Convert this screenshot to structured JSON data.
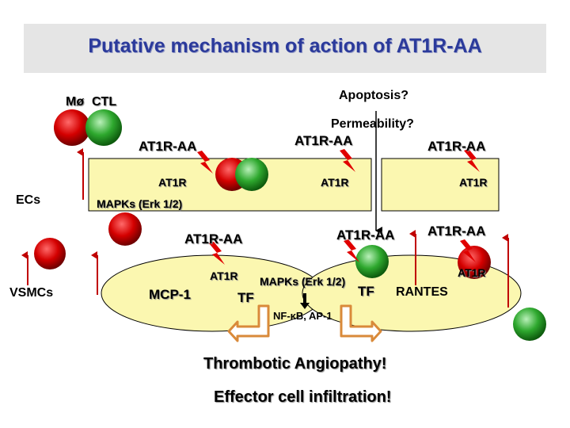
{
  "title": "Putative mechanism of action of AT1R-AA",
  "cells_legend": {
    "macrophage": "Mø",
    "ctl": "CTL"
  },
  "apoptosis": "Apoptosis?",
  "permeability": "Permeability?",
  "at1r_aa": "AT1R-AA",
  "at1r": "AT1R",
  "ecs": "ECs",
  "vsmcs": "VSMCs",
  "mapks": "MAPKs (Erk 1/2)",
  "mcp1": "MCP-1",
  "tf": "TF",
  "rantes": "RANTES",
  "nfkb": "NF-κB, AP-1",
  "outcome_1": "Thrombotic Angiopathy!",
  "outcome_2": "Effector cell infiltration!",
  "colors": {
    "title": "#2b3a9b",
    "cell_fill": "#fbf7b0",
    "macrophage": "#d40000",
    "ctl": "#2ea82e",
    "arrow": "#c00000",
    "nfkb_arrow": "#d98a3a"
  }
}
